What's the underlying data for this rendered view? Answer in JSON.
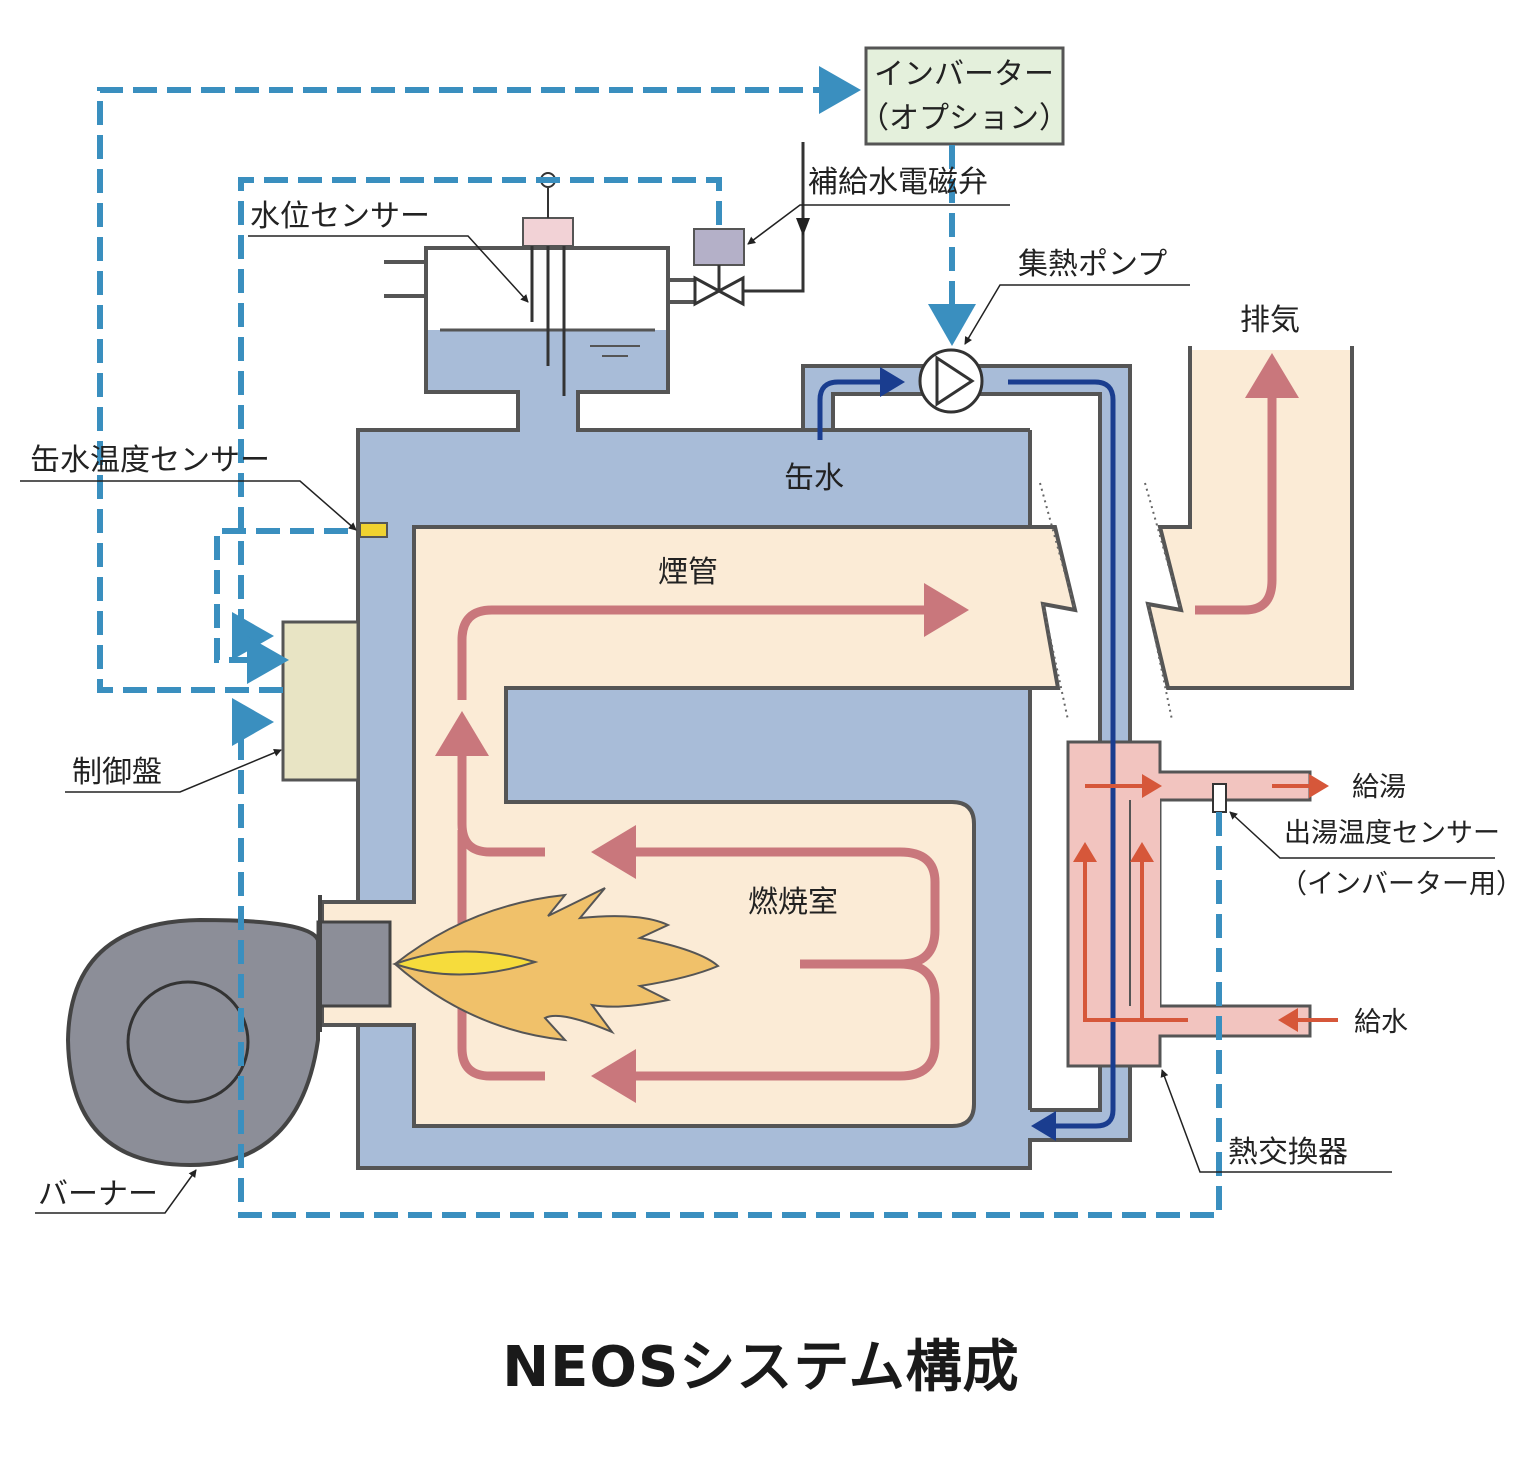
{
  "labels": {
    "inverter_line1": "インバーター",
    "inverter_line2": "（オプション）",
    "makeup_valve": "補給水電磁弁",
    "level_sensor": "水位センサー",
    "collector_pump": "集熱ポンプ",
    "exhaust": "排気",
    "boiler_temp_sensor": "缶水温度センサー",
    "boiler_water": "缶水",
    "smoke_tube": "煙管",
    "control_panel": "制御盤",
    "combustion_chamber": "燃焼室",
    "hot_water_supply": "給湯",
    "outlet_temp_sensor_line1": "出湯温度センサー",
    "outlet_temp_sensor_line2": "（インバーター用）",
    "water_supply": "給水",
    "heat_exchanger": "熱交換器",
    "burner": "バーナー"
  },
  "caption": "NEOSシステム構成",
  "colors": {
    "water": "#a8bcd8",
    "flue": "#fbebd6",
    "flow_arrow": "#c9777c",
    "signal_line": "#3a8fbf",
    "pump_flow": "#1a3d8f",
    "heat_exchanger": "#f2c4bf",
    "hot_water_arrow": "#d6573a",
    "flame_outer": "#f0c16a",
    "flame_inner": "#f6dc3c",
    "burner": "#8c8e98",
    "control_panel": "#e8e4c4",
    "inverter_box": "#e4f0dc",
    "level_sensor_box": "#f2d2d6",
    "valve_box": "#b4b0c8",
    "temp_sensor": "#f0d230"
  }
}
